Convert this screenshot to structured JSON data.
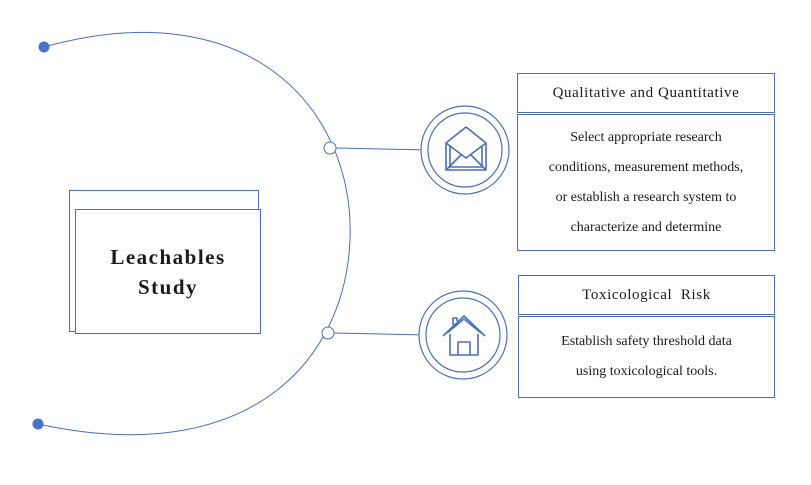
{
  "center": {
    "title_line1": "Leachables",
    "title_line2": "Study"
  },
  "branches": [
    {
      "icon": "envelope-icon",
      "header": "Qualitative and Quantitative",
      "body_lines": [
        "Select appropriate research",
        "conditions, measurement methods,",
        "or establish a research system to",
        "characterize and determine"
      ]
    },
    {
      "icon": "house-icon",
      "header": "Toxicological  Risk",
      "body_lines": [
        "Establish safety threshold data",
        "using toxicological tools."
      ]
    }
  ],
  "colors": {
    "accent": "#4a6fb5",
    "dot": "#4a72c8"
  }
}
